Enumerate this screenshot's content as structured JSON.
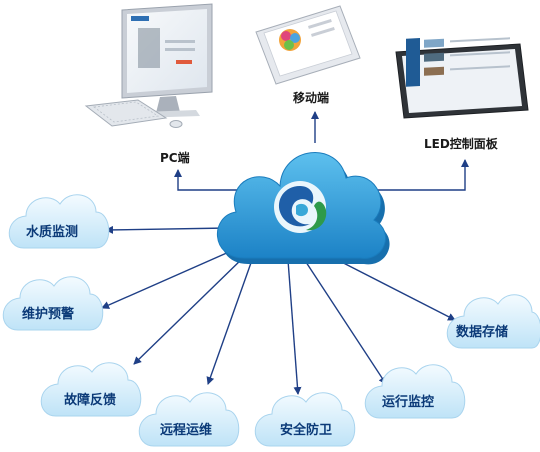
{
  "devices": {
    "pc": {
      "label": "PC端",
      "icon": "desktop-computer-icon"
    },
    "mobile": {
      "label": "移动端",
      "icon": "smartphone-icon"
    },
    "led": {
      "label": "LED控制面板",
      "icon": "tablet-icon"
    }
  },
  "central": {
    "icon": "cloud-platform-logo-icon"
  },
  "services": [
    {
      "label": "水质监测"
    },
    {
      "label": "维护预警"
    },
    {
      "label": "故障反馈"
    },
    {
      "label": "远程运维"
    },
    {
      "label": "安全防卫"
    },
    {
      "label": "运行监控"
    },
    {
      "label": "数据存储"
    }
  ],
  "colors": {
    "cloud_light": "#e3f3fc",
    "cloud_mid": "#b9e0f6",
    "central_cloud": "#3aa4dc",
    "central_cloud_dark": "#1f7fc0",
    "arrow": "#1f3f86",
    "text": "#0b3a78"
  }
}
